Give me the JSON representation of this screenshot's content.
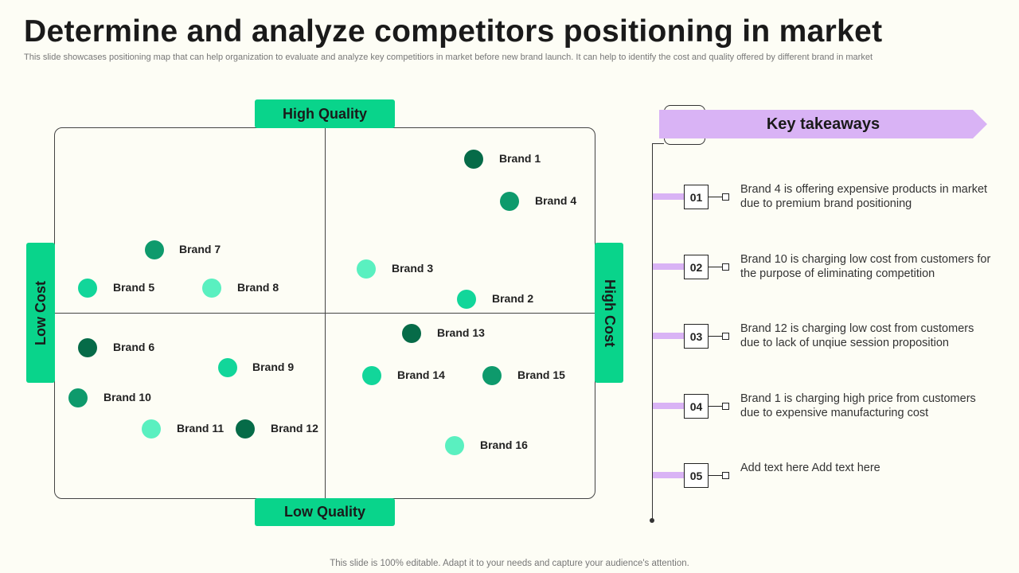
{
  "header": {
    "title": "Determine and analyze competitors positioning in market",
    "subtitle": "This slide showcases positioning map that can help organization to evaluate and analyze  key competitiors in market before new brand launch. It can help to identify the cost and quality offered by different brand in market"
  },
  "axes": {
    "top": "High Quality",
    "bottom": "Low Quality",
    "left": "Low Cost",
    "right": "High Cost"
  },
  "colors": {
    "accent": "#09d48b",
    "dark": "#066b48",
    "medium": "#0e9a6c",
    "bright": "#12d69a",
    "light": "#5af0c0",
    "banner": "#d9b3f5"
  },
  "brands": [
    {
      "label": "Brand 1",
      "shade": "dark"
    },
    {
      "label": "Brand 4",
      "shade": "medium"
    },
    {
      "label": "Brand 7",
      "shade": "medium"
    },
    {
      "label": "Brand 3",
      "shade": "light"
    },
    {
      "label": "Brand 5",
      "shade": "bright"
    },
    {
      "label": "Brand 8",
      "shade": "light"
    },
    {
      "label": "Brand 2",
      "shade": "bright"
    },
    {
      "label": "Brand 13",
      "shade": "dark"
    },
    {
      "label": "Brand 6",
      "shade": "dark"
    },
    {
      "label": "Brand 9",
      "shade": "bright"
    },
    {
      "label": "Brand 14",
      "shade": "bright"
    },
    {
      "label": "Brand 15",
      "shade": "medium"
    },
    {
      "label": "Brand 10",
      "shade": "medium"
    },
    {
      "label": "Brand 11",
      "shade": "light"
    },
    {
      "label": "Brand 12",
      "shade": "dark"
    },
    {
      "label": "Brand 16",
      "shade": "light"
    }
  ],
  "takeaways": {
    "title": "Key takeaways",
    "items": [
      {
        "num": "01",
        "text": "Brand 4 is offering expensive products in market due to premium brand positioning"
      },
      {
        "num": "02",
        "text": "Brand 10 is charging low cost from customers for the purpose of eliminating  competition"
      },
      {
        "num": "03",
        "text": "Brand 12 is charging low cost from customers due to lack of unqiue session proposition"
      },
      {
        "num": "04",
        "text": "Brand 1 is charging high price from customers due to expensive manufacturing cost"
      },
      {
        "num": "05",
        "text": "Add text here Add text here"
      }
    ]
  },
  "footer": "This slide is 100% editable. Adapt it to your needs and capture your audience's attention."
}
